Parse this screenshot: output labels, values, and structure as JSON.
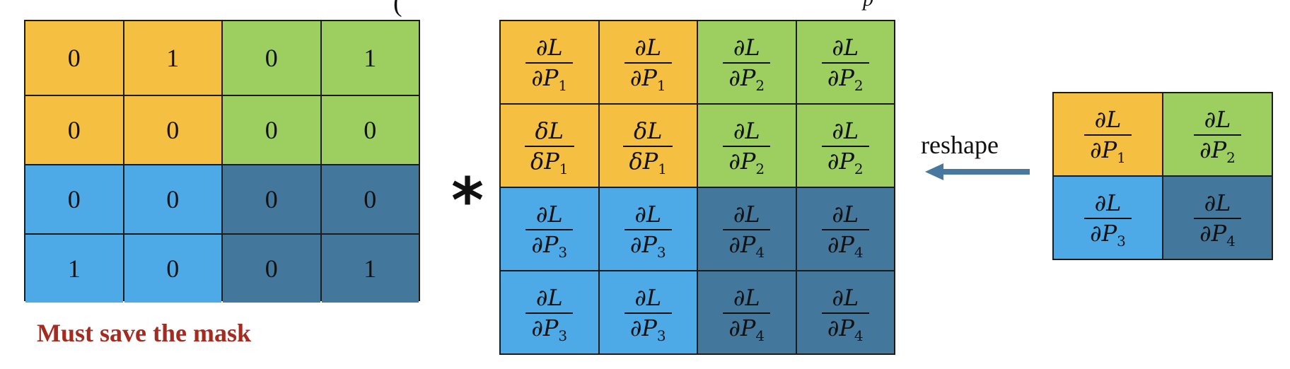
{
  "colors": {
    "orange": "#F5BF41",
    "green": "#9CCF5F",
    "light_blue": "#4EAAE7",
    "dark_blue": "#43779C",
    "caption_red": "#A52A1F",
    "arrow": "#4878A0"
  },
  "title_fragments": [
    "(",
    "p"
  ],
  "mask": {
    "cells": [
      {
        "value": "0",
        "color": "orange"
      },
      {
        "value": "1",
        "color": "orange"
      },
      {
        "value": "0",
        "color": "green"
      },
      {
        "value": "1",
        "color": "green"
      },
      {
        "value": "0",
        "color": "orange"
      },
      {
        "value": "0",
        "color": "orange"
      },
      {
        "value": "0",
        "color": "green"
      },
      {
        "value": "0",
        "color": "green"
      },
      {
        "value": "0",
        "color": "light_blue"
      },
      {
        "value": "0",
        "color": "light_blue"
      },
      {
        "value": "0",
        "color": "dark_blue"
      },
      {
        "value": "0",
        "color": "dark_blue"
      },
      {
        "value": "1",
        "color": "light_blue"
      },
      {
        "value": "0",
        "color": "light_blue"
      },
      {
        "value": "0",
        "color": "dark_blue"
      },
      {
        "value": "1",
        "color": "dark_blue"
      }
    ]
  },
  "operator": "*",
  "gradient": {
    "cells": [
      {
        "num": "∂L",
        "den": "∂P",
        "sub": "1",
        "color": "orange"
      },
      {
        "num": "∂L",
        "den": "∂P",
        "sub": "1",
        "color": "orange"
      },
      {
        "num": "∂L",
        "den": "∂P",
        "sub": "2",
        "color": "green"
      },
      {
        "num": "∂L",
        "den": "∂P",
        "sub": "2",
        "color": "green"
      },
      {
        "num": "δL",
        "den": "δP",
        "sub": "1",
        "color": "orange"
      },
      {
        "num": "δL",
        "den": "δP",
        "sub": "1",
        "color": "orange"
      },
      {
        "num": "∂L",
        "den": "∂P",
        "sub": "2",
        "color": "green"
      },
      {
        "num": "∂L",
        "den": "∂P",
        "sub": "2",
        "color": "green"
      },
      {
        "num": "∂L",
        "den": "∂P",
        "sub": "3",
        "color": "light_blue"
      },
      {
        "num": "∂L",
        "den": "∂P",
        "sub": "3",
        "color": "light_blue"
      },
      {
        "num": "∂L",
        "den": "∂P",
        "sub": "4",
        "color": "dark_blue"
      },
      {
        "num": "∂L",
        "den": "∂P",
        "sub": "4",
        "color": "dark_blue"
      },
      {
        "num": "∂L",
        "den": "∂P",
        "sub": "3",
        "color": "light_blue"
      },
      {
        "num": "∂L",
        "den": "∂P",
        "sub": "3",
        "color": "light_blue"
      },
      {
        "num": "∂L",
        "den": "∂P",
        "sub": "4",
        "color": "dark_blue"
      },
      {
        "num": "∂L",
        "den": "∂P",
        "sub": "4",
        "color": "dark_blue"
      }
    ]
  },
  "reshape": {
    "label": "reshape",
    "arrow_icon": "arrow-left-icon"
  },
  "pooled": {
    "cells": [
      {
        "num": "∂L",
        "den": "∂P",
        "sub": "1",
        "color": "orange"
      },
      {
        "num": "∂L",
        "den": "∂P",
        "sub": "2",
        "color": "green"
      },
      {
        "num": "∂L",
        "den": "∂P",
        "sub": "3",
        "color": "light_blue"
      },
      {
        "num": "∂L",
        "den": "∂P",
        "sub": "4",
        "color": "dark_blue"
      }
    ]
  },
  "caption": "Must save the mask"
}
